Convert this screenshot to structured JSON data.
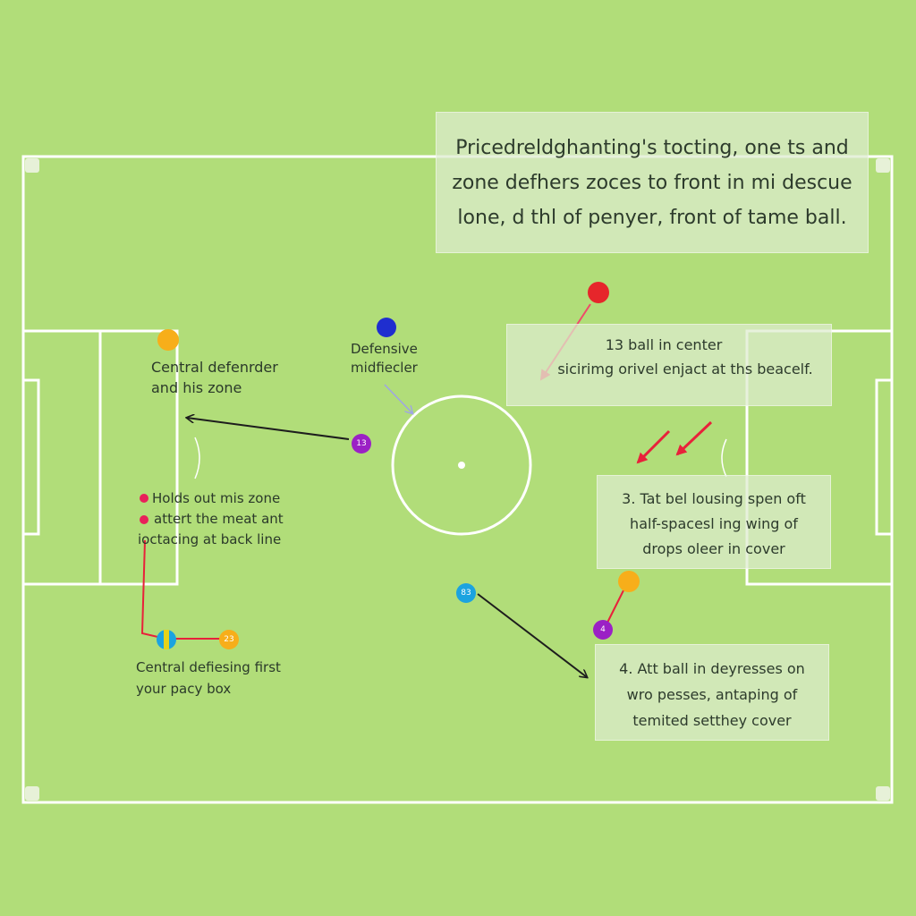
{
  "colors": {
    "pitch": "#b1dd79",
    "lines": "#ffffff",
    "text": "#2b3a2a",
    "box": "#dcebcd",
    "arrow_red": "#e8213a",
    "arrow_black": "#1d1d1d",
    "arrow_lavender": "#9ea4e6",
    "dot_orange": "#f7ae1a",
    "dot_blue": "#1f2ecf",
    "dot_red": "#e6262b",
    "dot_purple": "#9b21c5",
    "dot_cyan": "#1ba3e0",
    "dot_pink": "#e8215a"
  },
  "top_box": {
    "line1": "Pricedreldghanting's tocting, one ts and",
    "line2": "zone defhers zoces to front in mi descue",
    "line3": "lone, d thl of penyer, front of tame ball."
  },
  "labels": {
    "central_defender": {
      "line1": "Central defenrder",
      "line2": "and his zone"
    },
    "defensive_mid": {
      "line1": "Defensive",
      "line2": "midfiecler"
    },
    "holds_zone": {
      "line1": "Holds out mis zone",
      "line2": "attert the meat ant",
      "line3": "ioctacing at back line"
    },
    "central_defiesing": {
      "line1": "Central defiesing first",
      "line2": "your pacy box"
    }
  },
  "box_ball_center": {
    "line1": "13 ball in center",
    "line2": "sicirimg orivel enjact at ths beacelf."
  },
  "box_three": {
    "line1": "3. Tat bel lousing spen oft",
    "line2": "half-spacesl ing wing of",
    "line3": "drops oleer in cover"
  },
  "box_four": {
    "line1": "4. Att ball in deyresses on",
    "line2": "wro pesses, antaping of",
    "line3": "temited setthey cover"
  },
  "markers": {
    "mid_purple": "13",
    "bottom_orange": "23",
    "cyan_low": "83",
    "purple_right": "4"
  }
}
